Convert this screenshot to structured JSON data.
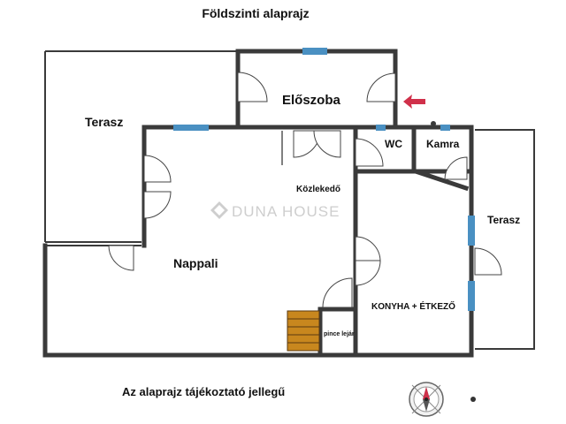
{
  "title": "Földszinti alaprajz",
  "note": "Az alaprajz tájékoztató jellegű",
  "watermark": "DUNA HOUSE",
  "rooms": {
    "terrace_left": "Terasz",
    "entrance": "Előszoba",
    "wc": "WC",
    "pantry": "Kamra",
    "corridor": "Közlekedő",
    "terrace_right": "Terasz",
    "living": "Nappali",
    "kitchen": "KONYHA + ÉTKEZŐ",
    "cellar": "pince lejár"
  },
  "colors": {
    "wall": "#3a3a3a",
    "window": "#4a90c2",
    "entrance_arrow": "#d0304a",
    "watermark": "#c9c9c9"
  },
  "icons": {
    "entrance_arrow": "arrow-left-icon",
    "compass": "compass-icon",
    "watermark_logo": "duna-house-logo-icon"
  }
}
